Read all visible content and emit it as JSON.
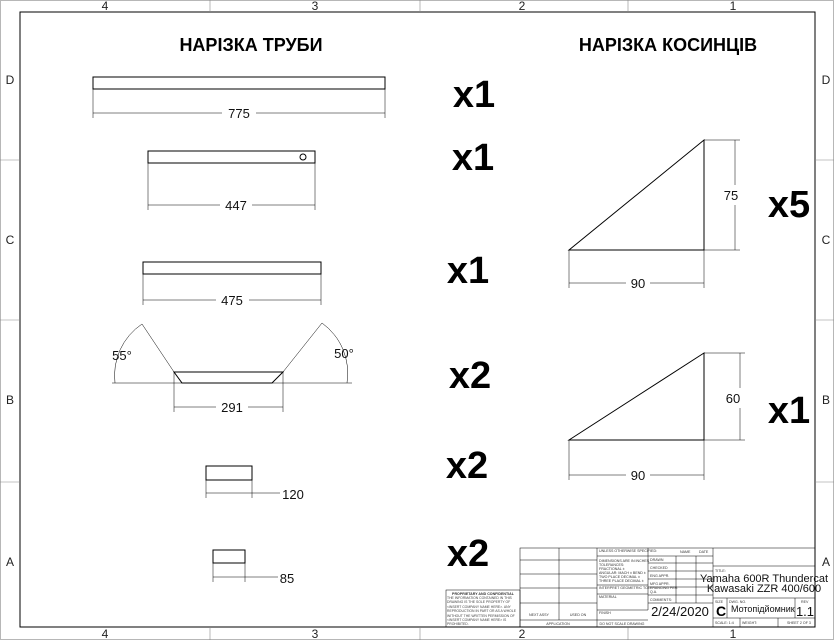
{
  "zones": {
    "columns": [
      "4",
      "3",
      "2",
      "1"
    ],
    "rows": [
      "D",
      "C",
      "B",
      "A"
    ]
  },
  "left_section": {
    "title": "НАРІЗКА ТРУБИ",
    "parts": [
      {
        "length": "775",
        "quantity": "x1"
      },
      {
        "length": "447",
        "quantity": "x1"
      },
      {
        "length": "475",
        "quantity": "x1"
      },
      {
        "length": "291",
        "angle_left": "55°",
        "angle_right": "50°",
        "quantity": "x2"
      },
      {
        "length": "120",
        "quantity": "x2"
      },
      {
        "length": "85",
        "quantity": "x2"
      }
    ]
  },
  "right_section": {
    "title": "НАРІЗКА КОСИНЦІВ",
    "parts": [
      {
        "height": "75",
        "width": "90",
        "quantity": "x5"
      },
      {
        "height": "60",
        "width": "90",
        "quantity": "x1"
      }
    ]
  },
  "title_block": {
    "unless": "UNLESS OTHERWISE SPECIFIED:",
    "name": "NAME",
    "date_hdr": "DATE",
    "dims_note": "DIMENSIONS ARE IN INCHES",
    "tolerances": "TOLERANCES:",
    "fractional": "FRACTIONAL ±",
    "angular": "ANGULAR: MACH ±   BEND ±",
    "two_place": "TWO PLACE DECIMAL ±",
    "three_place": "THREE PLACE DECIMAL ±",
    "interpret": "INTERPRET GEOMETRIC TOLERANCING PER:",
    "material": "MATERIAL",
    "finish": "FINISH",
    "do_not_scale": "DO NOT SCALE DRAWING",
    "drawn": "DRAWN",
    "checked": "CHECKED",
    "eng_appr": "ENG APPR.",
    "mfg_appr": "MFG APPR.",
    "qa": "Q.A.",
    "comments": "COMMENTS:",
    "date": "2/24/2020",
    "title_label": "TITLE:",
    "title_line1": "Yamaha 600R Thundercat",
    "title_line2": "Kawasaki ZZR 400/600",
    "size_label": "SIZE",
    "size": "C",
    "dwg_no_label": "DWG. NO.",
    "dwg_no": "Мотопідйомник",
    "rev_label": "REV",
    "rev": "1.1",
    "scale": "SCALE: 1:4",
    "weight": "WEIGHT:",
    "sheet": "SHEET 2 OF 3",
    "next_assy": "NEXT ASSY",
    "used_on": "USED ON",
    "application": "APPLICATION",
    "proprietary_title": "PROPRIETARY AND CONFIDENTIAL",
    "proprietary_text": "THE INFORMATION CONTAINED IN THIS DRAWING IS THE SOLE PROPERTY OF <INSERT COMPANY NAME HERE>. ANY REPRODUCTION IN PART OR AS A WHOLE WITHOUT THE WRITTEN PERMISSION OF <INSERT COMPANY NAME HERE> IS PROHIBITED."
  }
}
